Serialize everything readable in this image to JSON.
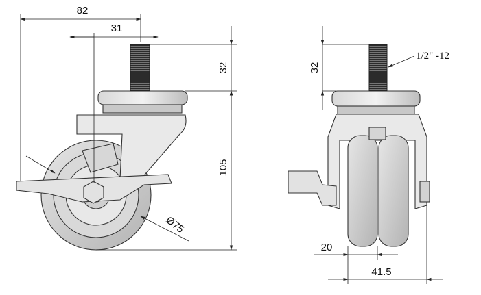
{
  "drawing": {
    "side_view": {
      "dim_overall_width": "82",
      "dim_stem_offset": "31",
      "dim_stem_height": "32",
      "dim_body_height": "105",
      "dim_wheel_diameter": "Ø75"
    },
    "front_view": {
      "dim_stem_height": "32",
      "dim_wheel_width": "20",
      "dim_overall_width": "41.5",
      "thread_note": "1/2\" -12"
    }
  }
}
